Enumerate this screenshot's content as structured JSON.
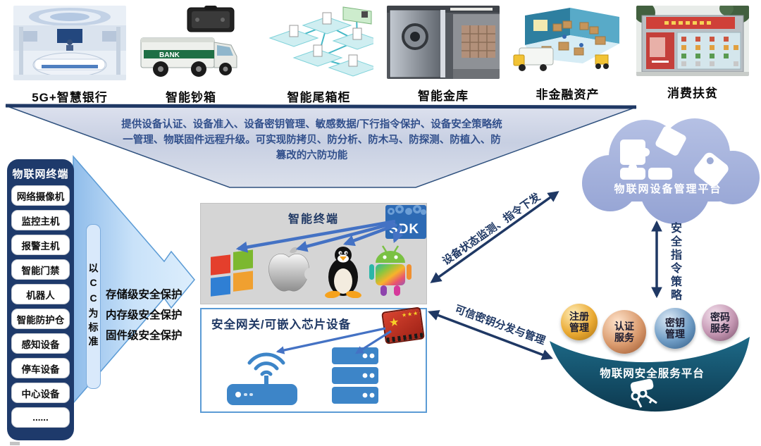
{
  "scenarios": [
    {
      "label": "5G+智慧银行"
    },
    {
      "label": "智能钞箱",
      "photo_text": "BANK"
    },
    {
      "label": "智能尾箱柜"
    },
    {
      "label": "智能金库"
    },
    {
      "label": "非金融资产"
    },
    {
      "label": "消费扶贫"
    }
  ],
  "banner": {
    "text": "提供设备认证、设备准入、设备密钥管理、敏感数据/下行指令保护、设备安全策略统一管理、物联固件远程升级。可实现防拷贝、防分析、防木马、防探测、防植入、防篡改的六防功能"
  },
  "sidebar": {
    "title": "物联网终端",
    "items": [
      "网络摄像机",
      "监控主机",
      "报警主机",
      "智能门禁",
      "机器人",
      "智能防护仓",
      "感知设备",
      "停车设备",
      "中心设备",
      "......"
    ]
  },
  "cc_arrow": {
    "vertical_label": "以CC为标准",
    "lines": [
      "存储级安全保护",
      "内存级安全保护",
      "固件级安全保护"
    ]
  },
  "terminal_box": {
    "title": "智能终端",
    "sdk_label": "SDK",
    "os_icons": [
      "windows",
      "apple",
      "linux",
      "android"
    ]
  },
  "gateway_box": {
    "title": "安全网关/可嵌入芯片设备"
  },
  "cloud": {
    "label": "物联网设备管理平台"
  },
  "links": {
    "status": "设备状态监测、指令下发",
    "keys": "可信密钥分发与管理",
    "policy": "安全指令策略"
  },
  "service_platform": {
    "label": "物联网安全服务平台",
    "spheres": [
      {
        "label": "注册管理",
        "color": "#eaaa33"
      },
      {
        "label": "认证服务",
        "color": "#d9996c"
      },
      {
        "label": "密钥管理",
        "color": "#6f9cc5"
      },
      {
        "label": "密码服务",
        "color": "#c496b2"
      }
    ]
  },
  "colors": {
    "navy": "#1f3864",
    "banner_text": "#32508c",
    "banner_fill": "#ccd3e4",
    "sidebar_bg": "#1e3a6b",
    "light_arrow": "#aecff1",
    "os_arrow_blue": "#4472c4",
    "cloud": "#a3b0da",
    "bowl": "#135571"
  }
}
